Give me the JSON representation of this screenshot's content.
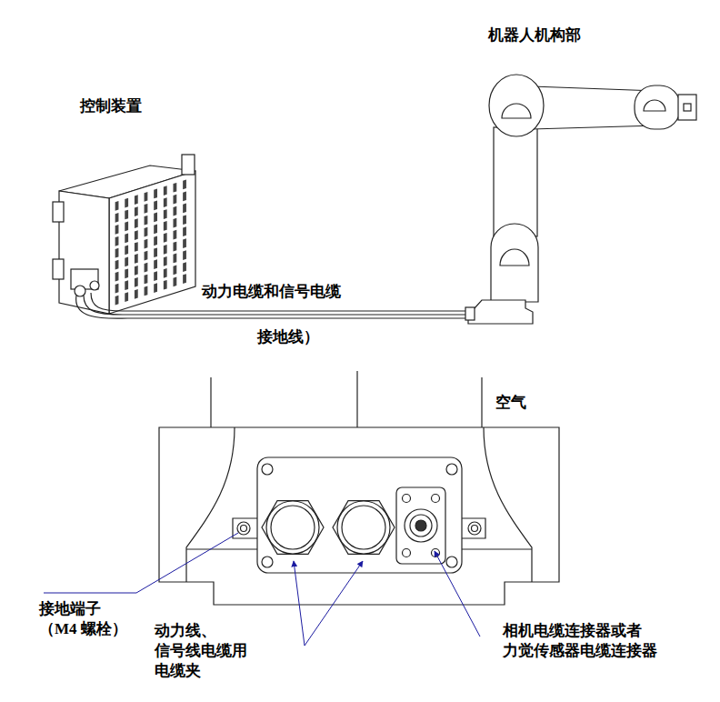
{
  "diagram": {
    "labels": [
      "机器人机构部",
      "控制装置",
      "动力电缆和信号电缆",
      "接地线）",
      "空气",
      "接地端子 （M4 螺栓）",
      "动力线、 信号线电缆用 电缆夹",
      "相机电缆连接器或者 力觉传感器电缆连接器"
    ]
  }
}
